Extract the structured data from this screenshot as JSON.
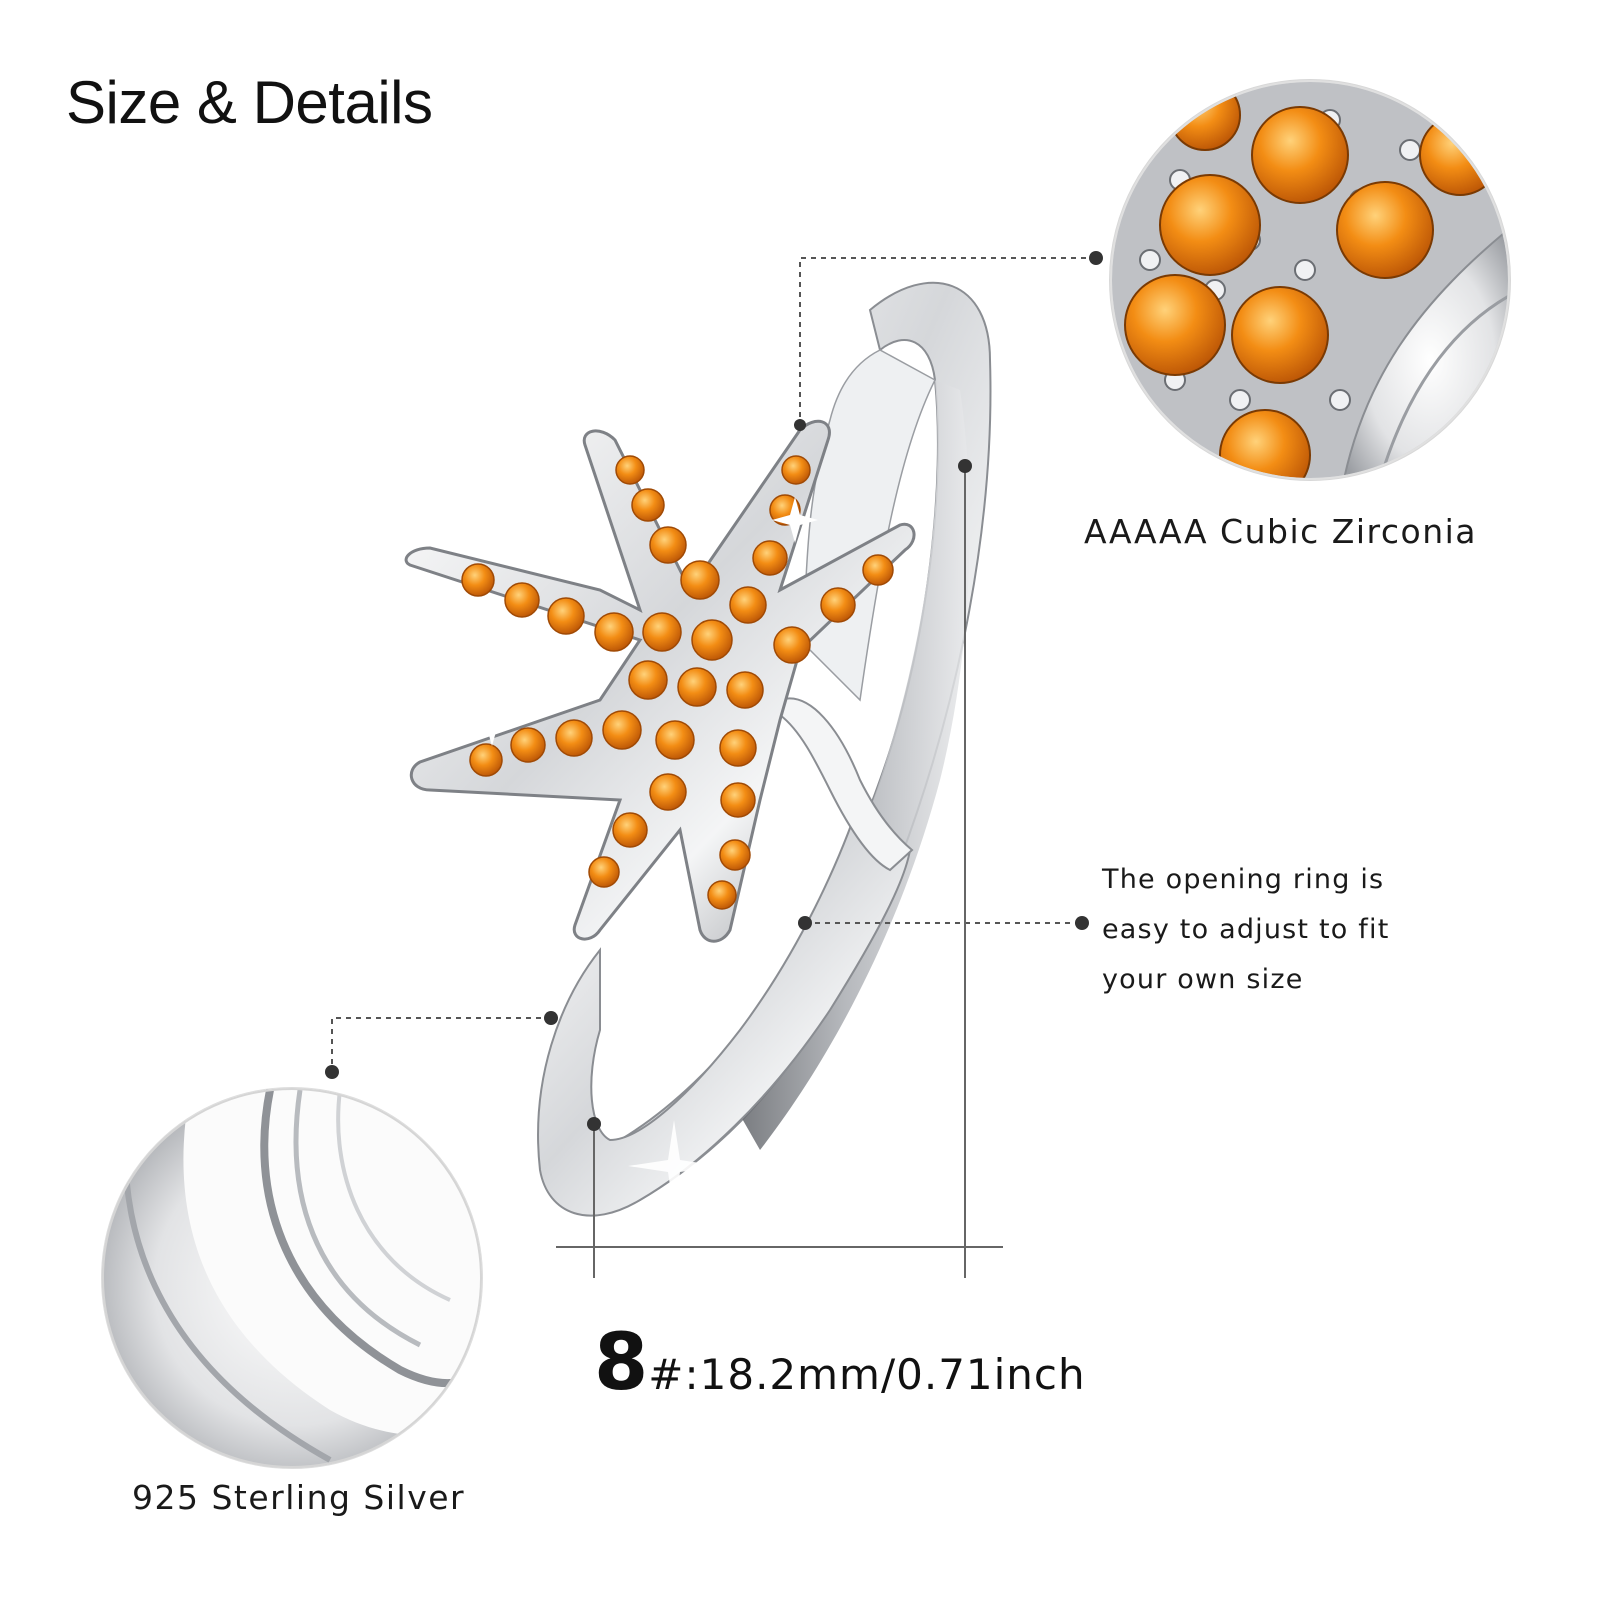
{
  "heading": "Size & Details",
  "callouts": {
    "stone_label": "AAAAA Cubic Zirconia",
    "adjust_lines": [
      "The opening ring is",
      "easy to adjust to fit",
      "your own size"
    ],
    "metal_label": "925 Sterling Silver"
  },
  "size": {
    "number": "8",
    "detail": "#:18.2mm/0.71inch"
  },
  "colors": {
    "stone": "#f08a12",
    "stone_dark": "#c95e05",
    "silver": "#d9dadc",
    "silver_dark": "#8e9196",
    "guide_line": "#555555"
  }
}
